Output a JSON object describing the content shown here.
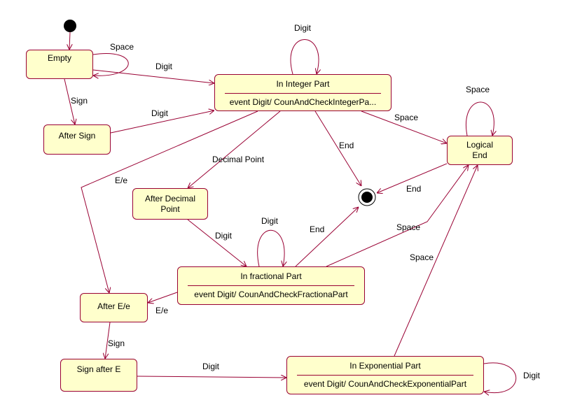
{
  "colors": {
    "state_fill": "#ffffcc",
    "border": "#990033",
    "text": "#000000",
    "node": "#000000"
  },
  "states": {
    "empty": {
      "name": "Empty"
    },
    "after_sign": {
      "name": "After Sign"
    },
    "in_integer": {
      "name": "In Integer Part",
      "activity": "event Digit/ CounAndCheckIntegerPa..."
    },
    "logical_end": {
      "name": "Logical End"
    },
    "after_decimal": {
      "name": "After Decimal Point"
    },
    "in_fractional": {
      "name": "In fractional Part",
      "activity": "event Digit/ CounAndCheckFractionaPart"
    },
    "after_e": {
      "name": "After E/e"
    },
    "sign_after_e": {
      "name": "Sign after E"
    },
    "in_exponential": {
      "name": "In Exponential Part",
      "activity": "event Digit/ CounAndCheckExponentialPart"
    }
  },
  "transitions": {
    "empty_self": "Space",
    "empty_to_integer": "Digit",
    "empty_to_sign": "Sign",
    "sign_to_integer": "Digit",
    "integer_self": "Digit",
    "integer_to_logical": "Space",
    "integer_to_final": "End",
    "integer_to_decimal": "Decimal Point",
    "integer_to_e": "E/e",
    "logical_self": "Space",
    "logical_to_final": "End",
    "decimal_to_fractional": "Digit",
    "fractional_self": "Digit",
    "fractional_to_final": "End",
    "fractional_to_logical": "Space",
    "fractional_to_e": "E/e",
    "e_to_sign": "Sign",
    "sign_e_to_exponential": "Digit",
    "exponential_to_logical": "Space",
    "exponential_self": "Digit"
  }
}
